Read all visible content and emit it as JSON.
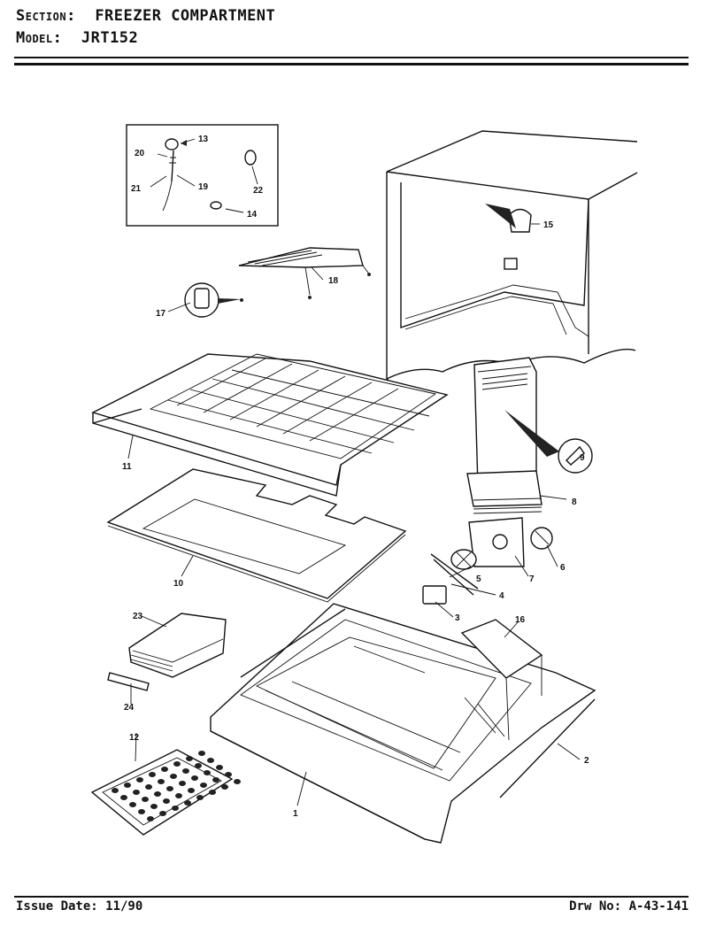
{
  "header": {
    "section_label": "Section:",
    "section_value": "FREEZER COMPARTMENT",
    "model_label": "Model:",
    "model_value": "JRT152"
  },
  "footer": {
    "issue_date": "Issue Date: 11/90",
    "drawing_no": "Drw No: A-43-141"
  },
  "callouts": [
    "13",
    "20",
    "21",
    "19",
    "22",
    "14",
    "18",
    "17",
    "15",
    "11",
    "9",
    "8",
    "10",
    "6",
    "5",
    "7",
    "4",
    "3",
    "23",
    "16",
    "24",
    "2",
    "12",
    "1"
  ]
}
